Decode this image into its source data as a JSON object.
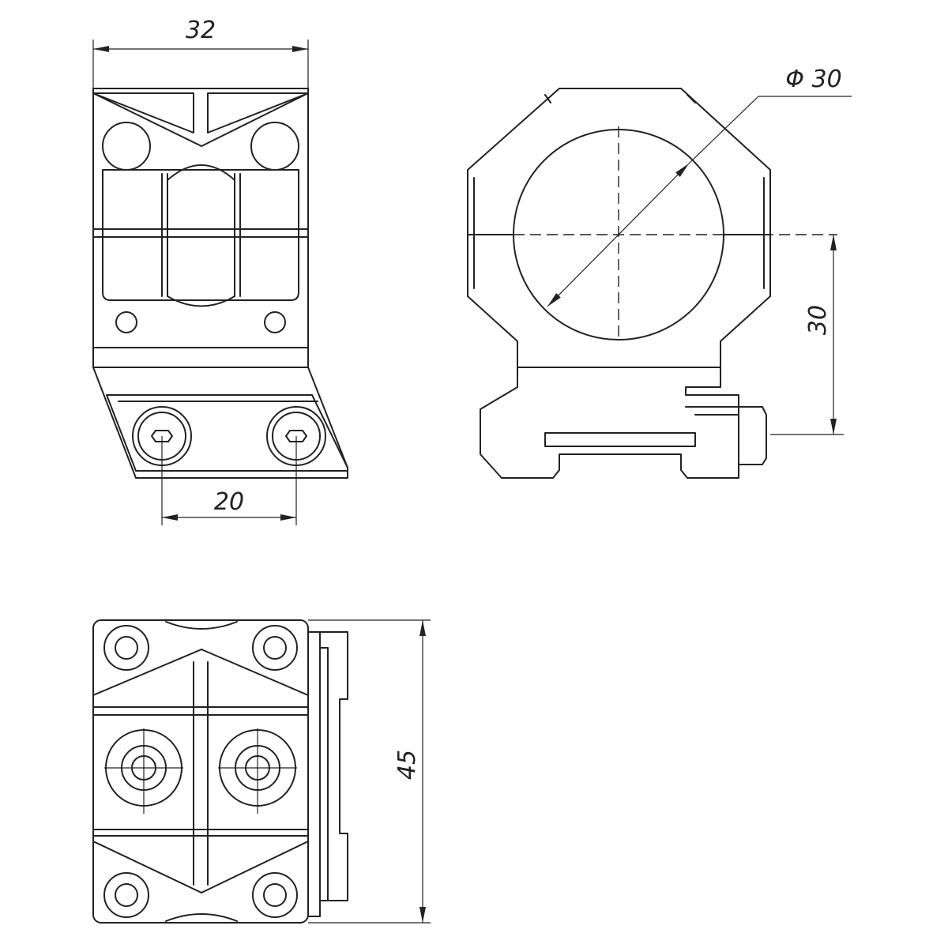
{
  "drawing": {
    "title": "Scope ring mount drawing",
    "dimensions": {
      "front_width": "32",
      "tube_diameter": "Φ 30",
      "center_height": "30",
      "bolt_spacing": "20",
      "length": "45"
    },
    "line_color": "#222222",
    "background": "#ffffff"
  }
}
